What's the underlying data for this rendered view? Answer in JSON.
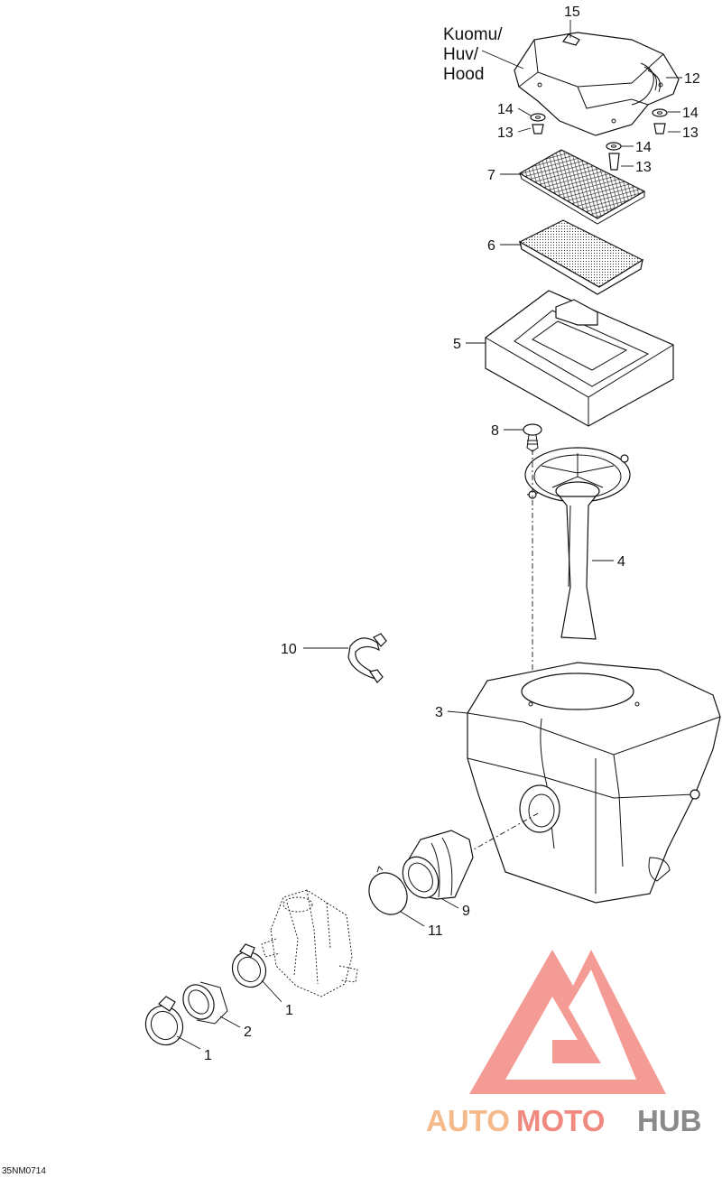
{
  "diagram": {
    "hood_label": [
      "Kuomu/",
      "Huv/",
      "Hood"
    ],
    "callouts": {
      "c15": "15",
      "c12": "12",
      "c14a": "14",
      "c13a": "13",
      "c14b": "14",
      "c13b": "13",
      "c14c": "14",
      "c13c": "13",
      "c7": "7",
      "c6": "6",
      "c5": "5",
      "c8": "8",
      "c4": "4",
      "c10": "10",
      "c3": "3",
      "c9": "9",
      "c11": "11",
      "c1a": "1",
      "c2": "2",
      "c1b": "1"
    },
    "drawing_code": "35NM0714"
  },
  "watermark": {
    "part1": "AUTO",
    "part2": "MOTO",
    "part3": "HUB",
    "colors": {
      "auto": "#f5b98a",
      "moto": "#f08a80",
      "hub": "#8a8a8a",
      "triangle": "#f07a72"
    }
  }
}
